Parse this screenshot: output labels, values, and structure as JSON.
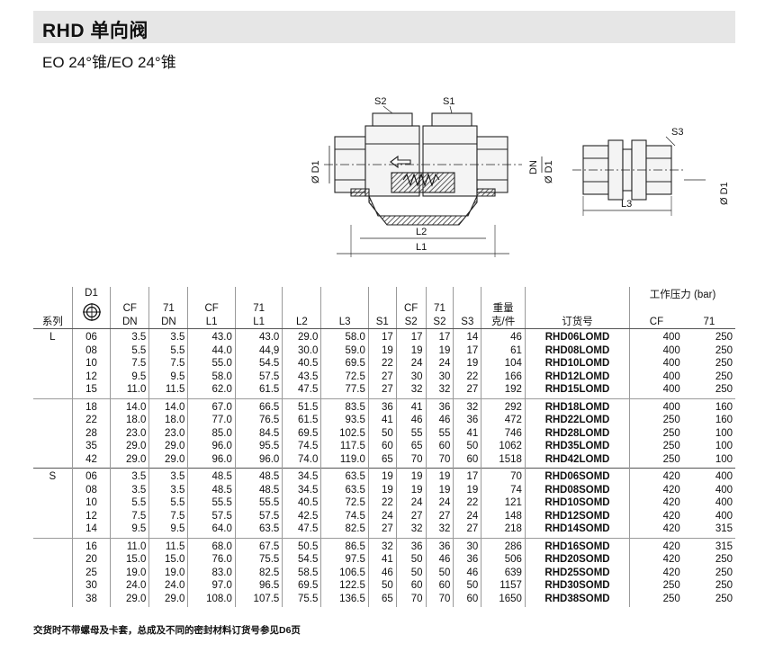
{
  "title": "RHD  单向阀",
  "subtitle": "EO 24°锥/EO 24°锥",
  "drawing": {
    "labels": {
      "s2": "S2",
      "s1": "S1",
      "s3": "S3",
      "d1": "Ø D1",
      "dn": "DN",
      "l1": "L1",
      "l2": "L2",
      "l3": "L3"
    }
  },
  "table": {
    "headers": {
      "series": "系列",
      "d1": "D1",
      "cf_dn_top": "CF",
      "cf_dn": "DN",
      "p71_dn_top": "71",
      "p71_dn": "DN",
      "cf_l1_top": "CF",
      "cf_l1": "L1",
      "p71_l1_top": "71",
      "p71_l1": "L1",
      "l2": "L2",
      "l3": "L3",
      "s1": "S1",
      "cf_s2_top": "CF",
      "cf_s2": "S2",
      "p71_s2_top": "71",
      "p71_s2": "S2",
      "s3": "S3",
      "weight_top": "重量",
      "weight": "克/件",
      "order": "订货号",
      "pressure": "工作压力 (bar)",
      "p_cf": "CF",
      "p_71": "71"
    },
    "groups": [
      {
        "series": "L",
        "rows": [
          [
            "06",
            "3.5",
            "3.5",
            "43.0",
            "43.0",
            "29.0",
            "58.0",
            "17",
            "17",
            "17",
            "14",
            "46",
            "RHD06LOMD",
            "400",
            "250"
          ],
          [
            "08",
            "5.5",
            "5.5",
            "44.0",
            "44,9",
            "30.0",
            "59.0",
            "19",
            "19",
            "19",
            "17",
            "61",
            "RHD08LOMD",
            "400",
            "250"
          ],
          [
            "10",
            "7.5",
            "7.5",
            "55.0",
            "54.5",
            "40.5",
            "69.5",
            "22",
            "24",
            "24",
            "19",
            "104",
            "RHD10LOMD",
            "400",
            "250"
          ],
          [
            "12",
            "9.5",
            "9.5",
            "58.0",
            "57.5",
            "43.5",
            "72.5",
            "27",
            "30",
            "30",
            "22",
            "166",
            "RHD12LOMD",
            "400",
            "250"
          ],
          [
            "15",
            "11.0",
            "11.5",
            "62.0",
            "61.5",
            "47.5",
            "77.5",
            "27",
            "32",
            "32",
            "27",
            "192",
            "RHD15LOMD",
            "400",
            "250"
          ]
        ]
      },
      {
        "series": "",
        "rows": [
          [
            "18",
            "14.0",
            "14.0",
            "67.0",
            "66.5",
            "51.5",
            "83.5",
            "36",
            "41",
            "36",
            "32",
            "292",
            "RHD18LOMD",
            "400",
            "160"
          ],
          [
            "22",
            "18.0",
            "18.0",
            "77.0",
            "76.5",
            "61.5",
            "93.5",
            "41",
            "46",
            "46",
            "36",
            "472",
            "RHD22LOMD",
            "250",
            "160"
          ],
          [
            "28",
            "23.0",
            "23.0",
            "85.0",
            "84.5",
            "69.5",
            "102.5",
            "50",
            "55",
            "55",
            "41",
            "746",
            "RHD28LOMD",
            "250",
            "100"
          ],
          [
            "35",
            "29.0",
            "29.0",
            "96.0",
            "95.5",
            "74.5",
            "117.5",
            "60",
            "65",
            "60",
            "50",
            "1062",
            "RHD35LOMD",
            "250",
            "100"
          ],
          [
            "42",
            "29.0",
            "29.0",
            "96.0",
            "96.0",
            "74.0",
            "119.0",
            "65",
            "70",
            "70",
            "60",
            "1518",
            "RHD42LOMD",
            "250",
            "100"
          ]
        ]
      },
      {
        "series": "S",
        "rows": [
          [
            "06",
            "3.5",
            "3.5",
            "48.5",
            "48.5",
            "34.5",
            "63.5",
            "19",
            "19",
            "19",
            "17",
            "70",
            "RHD06SOMD",
            "420",
            "400"
          ],
          [
            "08",
            "3.5",
            "3.5",
            "48.5",
            "48.5",
            "34.5",
            "63.5",
            "19",
            "19",
            "19",
            "19",
            "74",
            "RHD08SOMD",
            "420",
            "400"
          ],
          [
            "10",
            "5.5",
            "5.5",
            "55.5",
            "55.5",
            "40.5",
            "72.5",
            "22",
            "24",
            "24",
            "22",
            "121",
            "RHD10SOMD",
            "420",
            "400"
          ],
          [
            "12",
            "7.5",
            "7.5",
            "57.5",
            "57.5",
            "42.5",
            "74.5",
            "24",
            "27",
            "27",
            "24",
            "148",
            "RHD12SOMD",
            "420",
            "400"
          ],
          [
            "14",
            "9.5",
            "9.5",
            "64.0",
            "63.5",
            "47.5",
            "82.5",
            "27",
            "32",
            "32",
            "27",
            "218",
            "RHD14SOMD",
            "420",
            "315"
          ]
        ]
      },
      {
        "series": "",
        "rows": [
          [
            "16",
            "11.0",
            "11.5",
            "68.0",
            "67.5",
            "50.5",
            "86.5",
            "32",
            "36",
            "36",
            "30",
            "286",
            "RHD16SOMD",
            "420",
            "315"
          ],
          [
            "20",
            "15.0",
            "15.0",
            "76.0",
            "75.5",
            "54.5",
            "97.5",
            "41",
            "50",
            "46",
            "36",
            "506",
            "RHD20SOMD",
            "420",
            "250"
          ],
          [
            "25",
            "19.0",
            "19.0",
            "83.0",
            "82.5",
            "58.5",
            "106.5",
            "46",
            "50",
            "50",
            "46",
            "639",
            "RHD25SOMD",
            "420",
            "250"
          ],
          [
            "30",
            "24.0",
            "24.0",
            "97.0",
            "96.5",
            "69.5",
            "122.5",
            "50",
            "60",
            "60",
            "50",
            "1157",
            "RHD30SOMD",
            "250",
            "250"
          ],
          [
            "38",
            "29.0",
            "29.0",
            "108.0",
            "107.5",
            "75.5",
            "136.5",
            "65",
            "70",
            "70",
            "60",
            "1650",
            "RHD38SOMD",
            "250",
            "250"
          ]
        ]
      }
    ]
  },
  "footnote": "交货时不带螺母及卡套，总成及不同的密封材料订货号参见D6页",
  "icons": {
    "d1_symbol": "tube-cross-section-icon"
  }
}
